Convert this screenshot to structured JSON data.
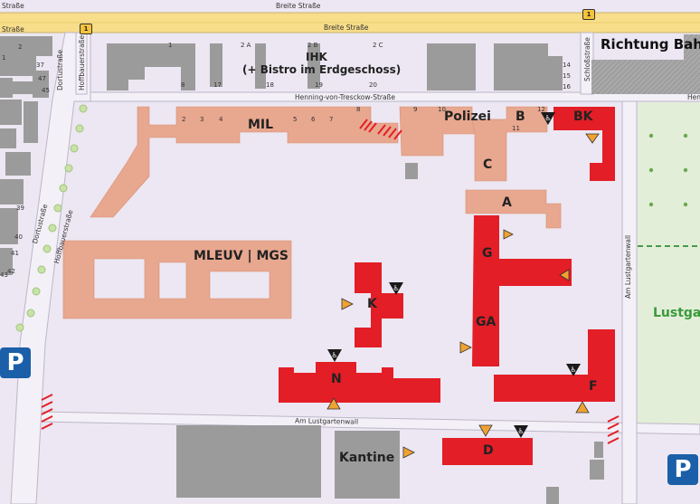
{
  "streets": {
    "breite_top": "Breite Straße",
    "breite_right": "Breite Straße",
    "breite_left": "Straße",
    "breite_left2": "Straße",
    "henning": "Henning-von-Tresckow-Straße",
    "lustgartenwall": "Am Lustgartenwall",
    "dortustrasse_top": "Dortustraße",
    "dortustrasse_side": "Dortustraße",
    "hoffbauer_top": "Hoffbauerstraße",
    "hoffbauer_side": "Hoffbauerstraße",
    "schloss": "Schloßstraße",
    "lustgarten_side": "Am Lustgartenwall",
    "henning_right": "Hen"
  },
  "route_badges": [
    "1",
    "1"
  ],
  "house_numbers": {
    "north": [
      "1",
      "2 A",
      "2 B",
      "2 C",
      "8",
      "17",
      "18",
      "19",
      "20",
      "14",
      "15",
      "16"
    ],
    "mil": [
      "2",
      "3",
      "4",
      "5",
      "6",
      "7",
      "8",
      "9",
      "10",
      "11",
      "12"
    ],
    "west": [
      "47",
      "45",
      "43",
      "42",
      "41",
      "40",
      "39",
      "37",
      "1",
      "2"
    ]
  },
  "labels": {
    "ihk_line1": "IHK",
    "ihk_line2": "(+ Bistro im Erdgeschoss)",
    "richtung": "Richtung Bahnh",
    "lustgarten": "Lustgar",
    "mil": "MIL",
    "polizei": "Polizei",
    "b": "B",
    "bk": "BK",
    "c": "C",
    "a": "A",
    "mleuv": "MLEUV | MGS",
    "g": "G",
    "k": "K",
    "ga": "GA",
    "n": "N",
    "f": "F",
    "kantine": "Kantine",
    "d": "D"
  },
  "parking_label": "P",
  "colors": {
    "background": "#ece7f2",
    "street_yellow": "#f8dd8a",
    "building_existing": "#e8a78f",
    "building_target": "#e31e26",
    "building_grey": "#9b9b9b",
    "park_green": "#e3eed9",
    "entrance": "#f0a231",
    "parking": "#1a5fa8"
  },
  "icons": [
    "entrance-arrow-icon",
    "wheelchair-access-icon",
    "barrier-icon",
    "parking-icon",
    "tree-icon"
  ]
}
